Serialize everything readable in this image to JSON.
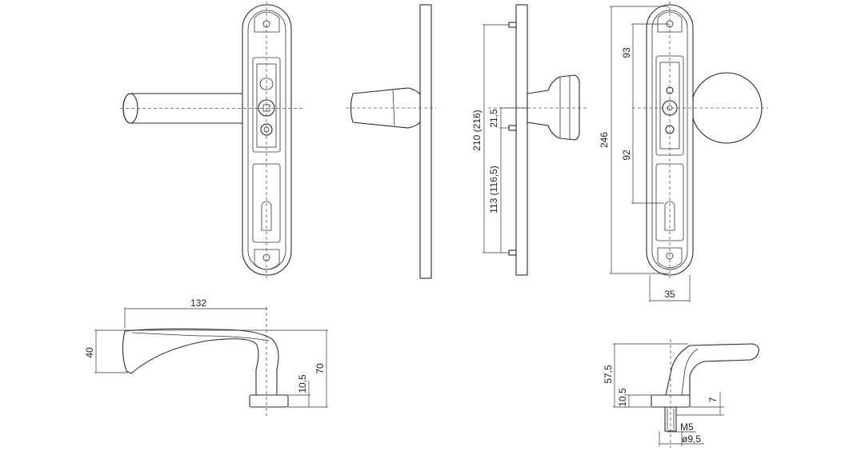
{
  "dimensions": {
    "overall_height": "246",
    "upper_distance": "93",
    "lower_distance": "92",
    "plate_width": "35",
    "center_distance": "210 (216)",
    "spacing_upper": "21,5",
    "spacing_lower": "113 (116,5)",
    "lever_length": "132",
    "lever_height": "40",
    "lever_total_height": "70",
    "rose_height_lever": "10,5",
    "knob_height": "57,5",
    "rose_height_knob": "10,5",
    "rose_offset": "7",
    "thread": "M5",
    "spindle_diameter": "ø9,5"
  }
}
